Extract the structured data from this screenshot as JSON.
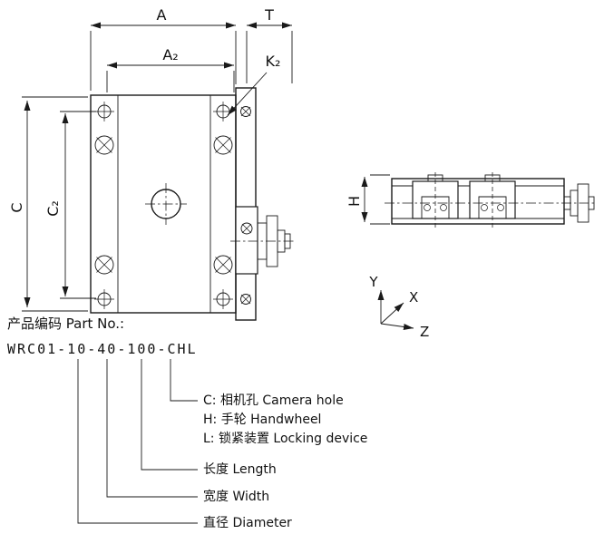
{
  "drawing": {
    "dim_labels": {
      "A": "A",
      "A2": "A₂",
      "T": "T",
      "K2": "K₂",
      "C": "C",
      "C2": "C₂",
      "H": "H"
    },
    "axes": {
      "x": "X",
      "y": "Y",
      "z": "Z"
    }
  },
  "part": {
    "label": "产品编码 Part No.:",
    "code": "WRC01-10-40-100-CHL"
  },
  "legend": {
    "camera_hole": "C:  相机孔 Camera hole",
    "handwheel": "H:  手轮 Handwheel",
    "locking_device": "L:  锁紧装置 Locking device",
    "length": "长度 Length",
    "width": "宽度 Width",
    "diameter": "直径 Diameter"
  }
}
